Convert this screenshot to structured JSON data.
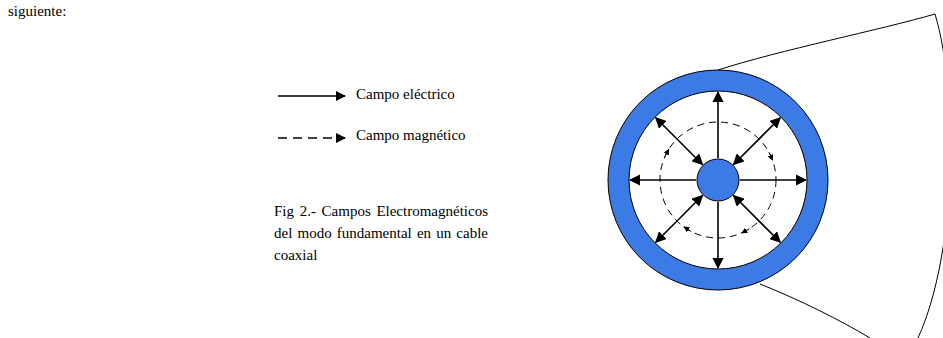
{
  "diagram": {
    "caption": "Fig 2.- Campos Electromagnéticos del modo fundamental en un cable coaxial",
    "labels": [
      "siguiente:"
    ],
    "legend": [
      {
        "text": "Campo eléctrico"
      },
      {
        "text": "Campo magnético"
      }
    ]
  }
}
